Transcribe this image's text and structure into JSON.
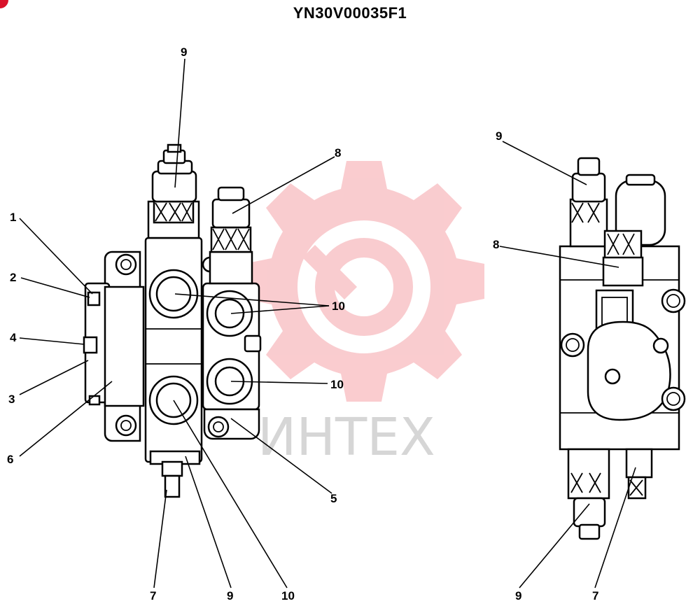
{
  "title": "YN30V00035F1",
  "watermark": {
    "text": "ИНТЕХ",
    "gear_color": "#f5a3a8",
    "text_color": "#d6d6d6"
  },
  "corner_mark_color": "#d9112a",
  "callouts": {
    "left_view": [
      "1",
      "2",
      "4",
      "3",
      "6",
      "9",
      "8",
      "10",
      "10",
      "5",
      "7",
      "9",
      "10"
    ],
    "right_view": [
      "9",
      "8",
      "9",
      "7"
    ]
  }
}
